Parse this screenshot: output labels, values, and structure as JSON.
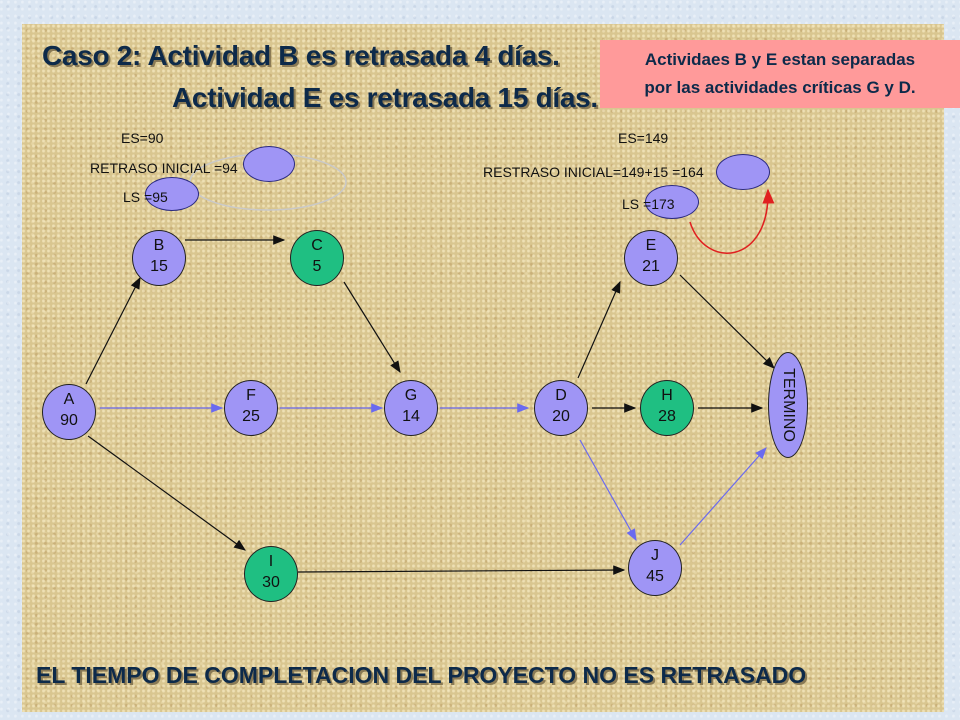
{
  "title_line1": "Caso 2:  Actividad B es retrasada 4 días.",
  "title_line2": "Actividad E es retrasada 15 días.",
  "callout": {
    "line1": "Actividaes B y E estan separadas",
    "line2": "por las actividades críticas G y D."
  },
  "annotations_b": {
    "es": "ES=90",
    "retraso": "RETRASO INICIAL =94",
    "ls": "LS =95"
  },
  "annotations_e": {
    "es": "ES=149",
    "retraso": "RESTRASO INICIAL=149+15 =164",
    "ls": "LS =173"
  },
  "nodes": {
    "a": {
      "id": "A",
      "duration": "90"
    },
    "b": {
      "id": "B",
      "duration": "15"
    },
    "c": {
      "id": "C",
      "duration": "5"
    },
    "f": {
      "id": "F",
      "duration": "25"
    },
    "g": {
      "id": "G",
      "duration": "14"
    },
    "d": {
      "id": "D",
      "duration": "20"
    },
    "e": {
      "id": "E",
      "duration": "21"
    },
    "h": {
      "id": "H",
      "duration": "28"
    },
    "i": {
      "id": "I",
      "duration": "30"
    },
    "j": {
      "id": "J",
      "duration": "45"
    },
    "termino": {
      "label": "TERMINO"
    }
  },
  "bottom_text": "EL TIEMPO DE COMPLETACION DEL PROYECTO NO ES RETRASADO",
  "colors": {
    "critical_node": "#9f95f5",
    "noncritical_node": "#1fbf82",
    "callout_bg": "#ff9a9a",
    "title_text": "#0d2a4a",
    "red_arrow": "#e02020"
  }
}
